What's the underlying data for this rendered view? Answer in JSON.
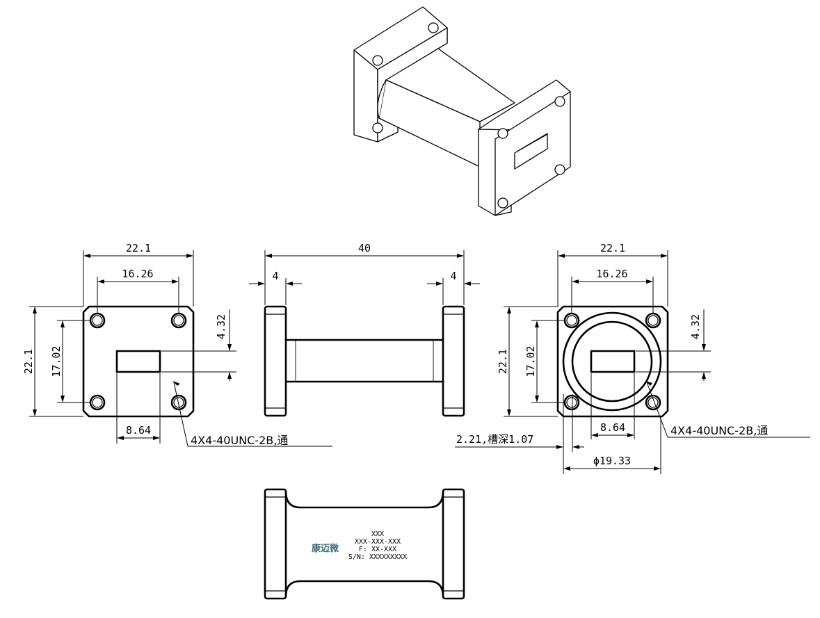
{
  "front_view": {
    "overall_width": "22.1",
    "hole_spacing_x": "16.26",
    "overall_height": "22.1",
    "hole_spacing_y": "17.02",
    "aperture_height": "4.32",
    "aperture_width": "8.64",
    "hole_note": "4X4-40UNC-2B,通"
  },
  "side_view": {
    "overall_length": "40",
    "left_flange_thickness": "4",
    "right_flange_thickness": "4"
  },
  "choke_view": {
    "overall_width": "22.1",
    "hole_spacing_x": "16.26",
    "overall_height": "22.1",
    "hole_spacing_y": "17.02",
    "aperture_height": "4.32",
    "aperture_width": "8.64",
    "hole_note": "4X4-40UNC-2B,通",
    "groove_note": "2.21,槽深1.07",
    "groove_diameter": "ϕ19.33"
  },
  "marking_view": {
    "brand_text": "康迈微",
    "line1": "XXX",
    "line2": "XXX-XXX-XXX",
    "line3": "F: XX-XXX",
    "line4": "S/N: XXXXXXXXX"
  }
}
